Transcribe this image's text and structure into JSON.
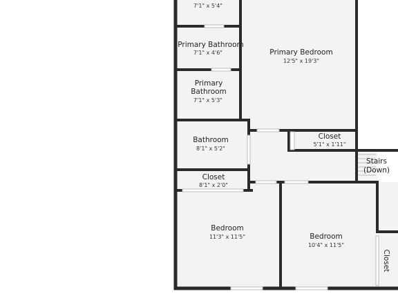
{
  "rooms": {
    "top_room": {
      "name": "",
      "dims": "7'1\" x 5'4\""
    },
    "primary_bathroom": {
      "name": "Primary Bathroom",
      "dims": "7'1\" x 4'6\""
    },
    "primary_bedroom": {
      "name": "Primary Bedroom",
      "dims": "12'5\" x 19'3\""
    },
    "primary_bathroom_2": {
      "name_line1": "Primary",
      "name_line2": "Bathroom",
      "dims": "7'1\" x 5'3\""
    },
    "bathroom": {
      "name": "Bathroom",
      "dims": "8'1\" x 5'2\""
    },
    "closet_primary": {
      "name": "Closet",
      "dims": "5'1\" x 1'11\""
    },
    "stairs": {
      "name_line1": "Stairs",
      "name_line2": "(Down)"
    },
    "closet_hall": {
      "name": "Closet",
      "dims": "8'1\" x 2'0\""
    },
    "bedroom_1": {
      "name": "Bedroom",
      "dims": "11'3\" x 11'5\""
    },
    "bedroom_2": {
      "name": "Bedroom",
      "dims": "10'4\" x 11'5\""
    },
    "closet_right": {
      "name": "Closet"
    }
  },
  "colors": {
    "wall": "#2a2a2a",
    "floor": "#f3f3f3",
    "door": "#ffffff"
  }
}
